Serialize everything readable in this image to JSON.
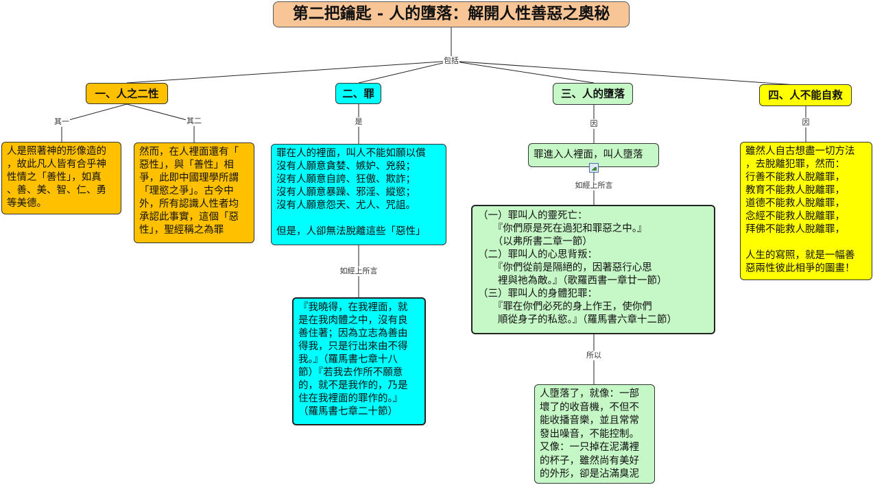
{
  "title": "第二把鑰匙 - 人的墮落：解開人性善惡之奧秘",
  "link_labels": {
    "root": "包括",
    "one_a": "其一",
    "one_b": "其二",
    "two": "是",
    "two_quote": "如經上所言",
    "three": "因",
    "three_quote": "如經上所言",
    "three_result": "所以",
    "four": "因"
  },
  "branches": {
    "nature": {
      "label": "一、人之二性",
      "first": "人是照著神的形像造的\n，故此凡人皆有合乎神\n性情之「善性」，如真\n、善、美、智、仁、勇\n等美德。",
      "second": "然而，在人裡面還有「\n惡性」，與「善性」相\n爭，此即中國理學所謂\n「理慾之爭」。古今中\n外，所有認識人性者均\n承認此事實，這個「惡\n性」，聖經稱之為罪"
    },
    "sin": {
      "label": "二、罪",
      "desc": "罪在人的裡面，叫人不能如願以償\n沒有人願意貪婪、嫉妒、兇殺；\n沒有人願意自誇、狂傲、欺詐；\n沒有人願意暴躁、邪淫、縱慾；\n沒有人願意怨天、尤人、咒詛。\n\n但是，人卻無法脫離這些「惡性」",
      "quote": "『我曉得，在我裡面，就\n是在我肉體之中，沒有良\n善住著；因為立志為善由\n得我，只是行出來由不得\n我。』（羅馬書七章十八\n節）『若我去作所不願意\n的，就不是我作的，乃是\n住在我裡面的罪作的。』\n（羅馬書七章二十節）"
    },
    "fall": {
      "label": "三、人的墮落",
      "cause": "罪進入人裡面，叫人墮落",
      "quote": "（一）罪叫人的靈死亡：\n　　『你們原是死在過犯和罪惡之中。』\n　　（以弗所書二章一節）\n（二）罪叫人的心思背叛：\n　　『你們從前是隔絕的，因著惡行心思\n　　裡與祂為敵。』（歌羅西書一章廿一節）\n（三）罪叫人的身體犯罪：\n　　『罪在你們必死的身上作王，使你們\n　　順從身子的私慾。』（羅馬書六章十二節）",
      "result": "人墮落了，就像：一部\n壞了的收音機，不但不\n能收播音樂，並且常常\n發出噪音，不能控制。\n又像：一只掉在泥溝裡\n的杯子，雖然尚有美好\n的外形，卻是沾滿臭泥"
    },
    "salvation": {
      "label": "四、人不能自救",
      "desc": "雖然人自古想盡一切方法\n，去脫離犯罪，然而：\n行善不能救人脫離罪，\n教育不能救人脫離罪，\n道德不能救人脫離罪，\n念經不能救人脫離罪，\n拜佛不能救人脫離罪，\n\n人生的寫照，就是一幅善\n惡兩性彼此相爭的圖畫！"
    }
  },
  "colors": {
    "title_bg": "#f8c597",
    "branch_one": "#ffc000",
    "branch_two": "#00ffff",
    "branch_three": "#c6f7c6",
    "branch_four": "#ffff00"
  }
}
